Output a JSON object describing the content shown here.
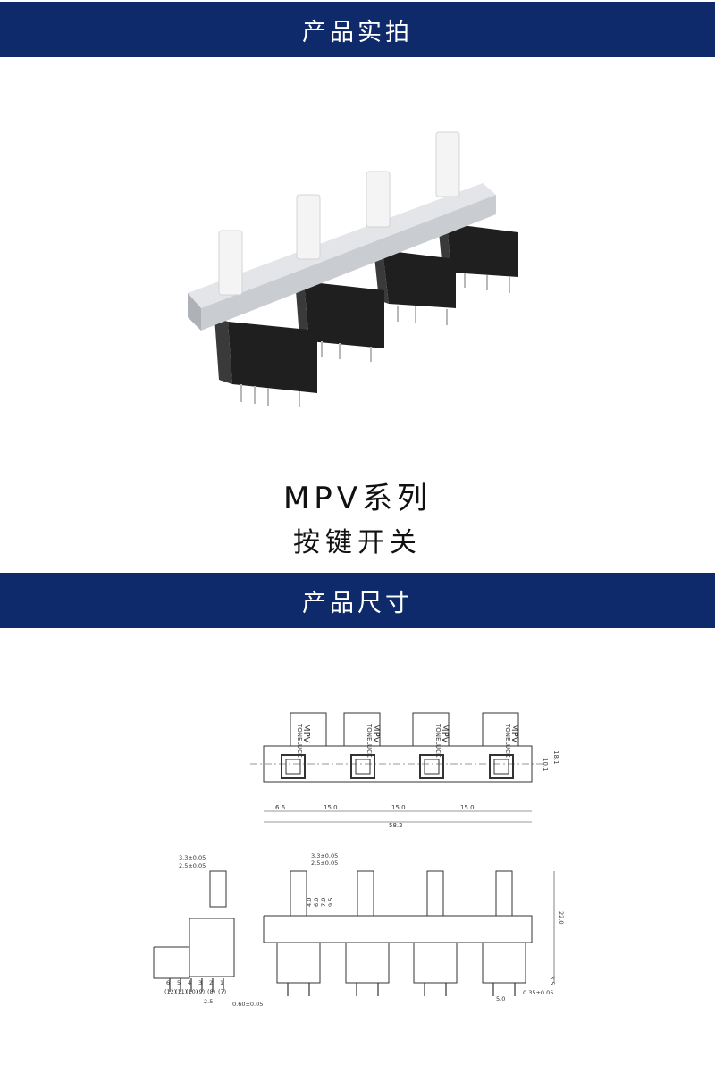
{
  "banner_photo": "产品实拍",
  "product": {
    "series": "MPV系列",
    "type": "按键开关"
  },
  "banner_dims": "产品尺寸",
  "drawing": {
    "brand": "TONELUCK",
    "model": "MPV",
    "pitch": [
      "6.6",
      "15.0",
      "15.0",
      "15.0"
    ],
    "total_length": "58.2",
    "height": "18.1",
    "body_depth": "10.1",
    "dims_side": [
      "3.3±0.05",
      "2.5±0.05"
    ],
    "dims_front": [
      "3.3±0.05",
      "2.5±0.05",
      "4.0",
      "6.0",
      "7.0",
      "9.5"
    ],
    "height_total": "22.0",
    "pin_length": "3.5",
    "pin_pitch": "5.0",
    "pin_width": "0.35±0.05",
    "pin_numbers": [
      "(12)",
      "(11)",
      "(10)",
      "(9)",
      "(8)",
      "(7)"
    ],
    "pin_numbers_top": [
      "6",
      "5",
      "4",
      "3",
      "2",
      "1"
    ],
    "side_pitch": "2.5",
    "side_pin": "0.60±0.05",
    "colors": {
      "banner": "#0e2a6b",
      "housing": "#2a2a2a",
      "frame": "#c9ccd0"
    }
  }
}
